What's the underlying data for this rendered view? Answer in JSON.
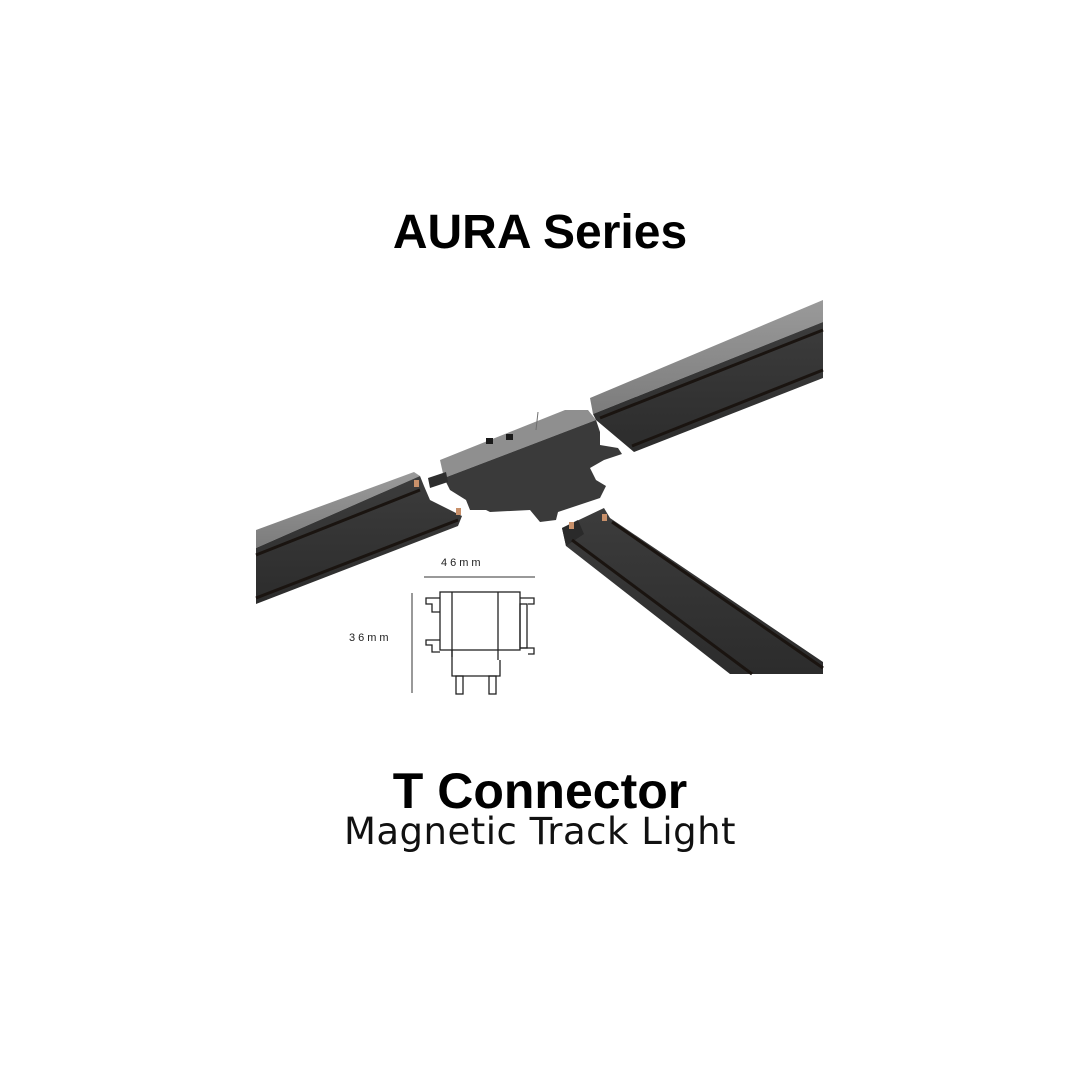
{
  "header": {
    "series_title": "AURA Series"
  },
  "product": {
    "name": "T Connector",
    "category": "Magnetic Track Light"
  },
  "diagram": {
    "width_label": "46mm",
    "height_label": "36mm"
  },
  "colors": {
    "background": "#ffffff",
    "text": "#000000",
    "track_body": "#3a3a3a",
    "track_top": "#8c8c8c",
    "track_groove": "#1a1410",
    "contact_copper": "#c8906a"
  }
}
